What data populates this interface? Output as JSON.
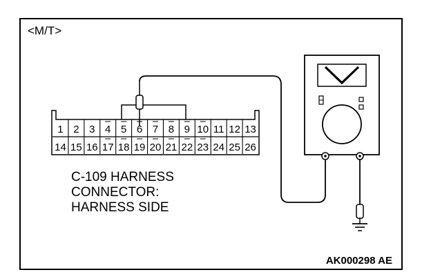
{
  "diagram": {
    "variant_label": "<M/T>",
    "connector_label_lines": [
      "C-109 HARNESS",
      "CONNECTOR:",
      "HARNESS SIDE"
    ],
    "figure_code": "AK000298 AE",
    "pins_top": [
      "1",
      "2",
      "3",
      "4",
      "5",
      "6",
      "7",
      "8",
      "9",
      "10",
      "11",
      "12",
      "13"
    ],
    "pins_bottom": [
      "14",
      "15",
      "16",
      "17",
      "18",
      "19",
      "20",
      "21",
      "22",
      "23",
      "24",
      "25",
      "26"
    ],
    "probe_pin": "6",
    "meter_mode": "V"
  }
}
